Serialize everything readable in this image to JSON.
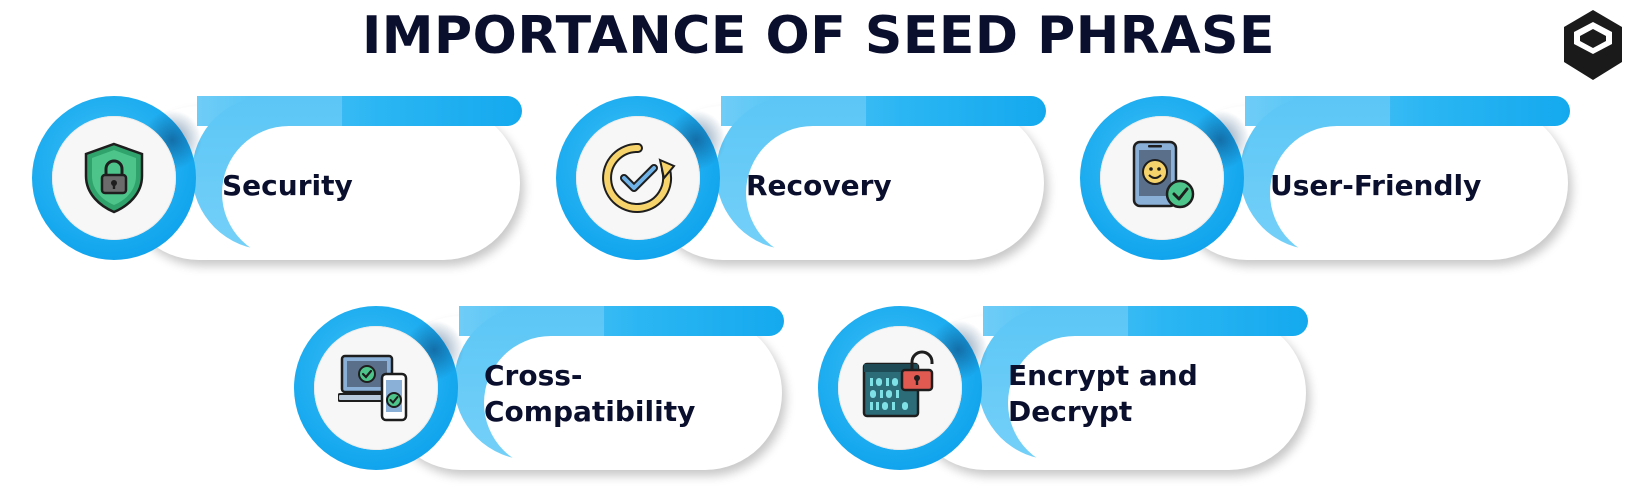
{
  "title": "IMPORTANCE OF SEED PHRASE",
  "colors": {
    "accent": "#12a6ee",
    "accent_light": "#6fcdf7",
    "title_text": "#0b0f2e",
    "card_bg": "#ffffff"
  },
  "items": [
    {
      "lines": [
        "Security"
      ],
      "icon": "shield-lock-icon"
    },
    {
      "lines": [
        "Recovery"
      ],
      "icon": "recovery-check-icon"
    },
    {
      "lines": [
        "User-Friendly"
      ],
      "icon": "smiley-phone-icon"
    },
    {
      "lines": [
        "Cross-",
        "Compatibility"
      ],
      "icon": "devices-check-icon"
    },
    {
      "lines": [
        "Encrypt and",
        "Decrypt"
      ],
      "icon": "binary-unlock-icon"
    }
  ],
  "logo": {
    "icon": "brand-logo-icon"
  }
}
